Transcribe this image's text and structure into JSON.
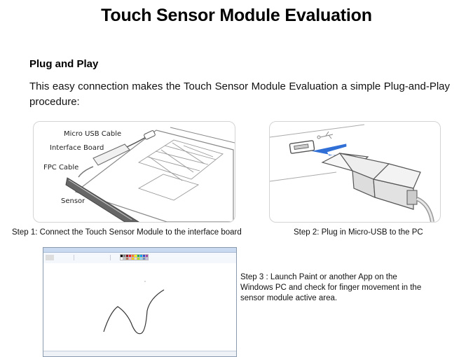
{
  "slide": {
    "title": "Touch Sensor Module Evaluation",
    "subheading": "Plug and Play",
    "intro": "This easy connection makes the Touch Sensor Module Evaluation a simple Plug-and-Play procedure:"
  },
  "figure1": {
    "labels": {
      "micro_usb_cable": "Micro USB Cable",
      "interface_board": "Interface Board",
      "fpc_cable": "FPC Cable",
      "sensor": "Sensor"
    },
    "caption": "Step 1: Connect the Touch Sensor Module to the interface board"
  },
  "figure2": {
    "caption": "Step 2: Plug in Micro-USB to the PC",
    "arrow_color": "#2f6fd6"
  },
  "figure3": {
    "caption": "Step 3 : Launch Paint or another App on the Windows PC and check for finger movement in the sensor module active area.",
    "palette": [
      "#000000",
      "#7f7f7f",
      "#880015",
      "#ed1c24",
      "#ff7f27",
      "#fff200",
      "#22b14c",
      "#00a2e8",
      "#3f48cc",
      "#a349a4",
      "#ffffff",
      "#c3c3c3",
      "#b97a57",
      "#ffaec9",
      "#ffc90e",
      "#efe4b0",
      "#b5e61d",
      "#99d9ea",
      "#7092be",
      "#c8bfe7"
    ]
  }
}
